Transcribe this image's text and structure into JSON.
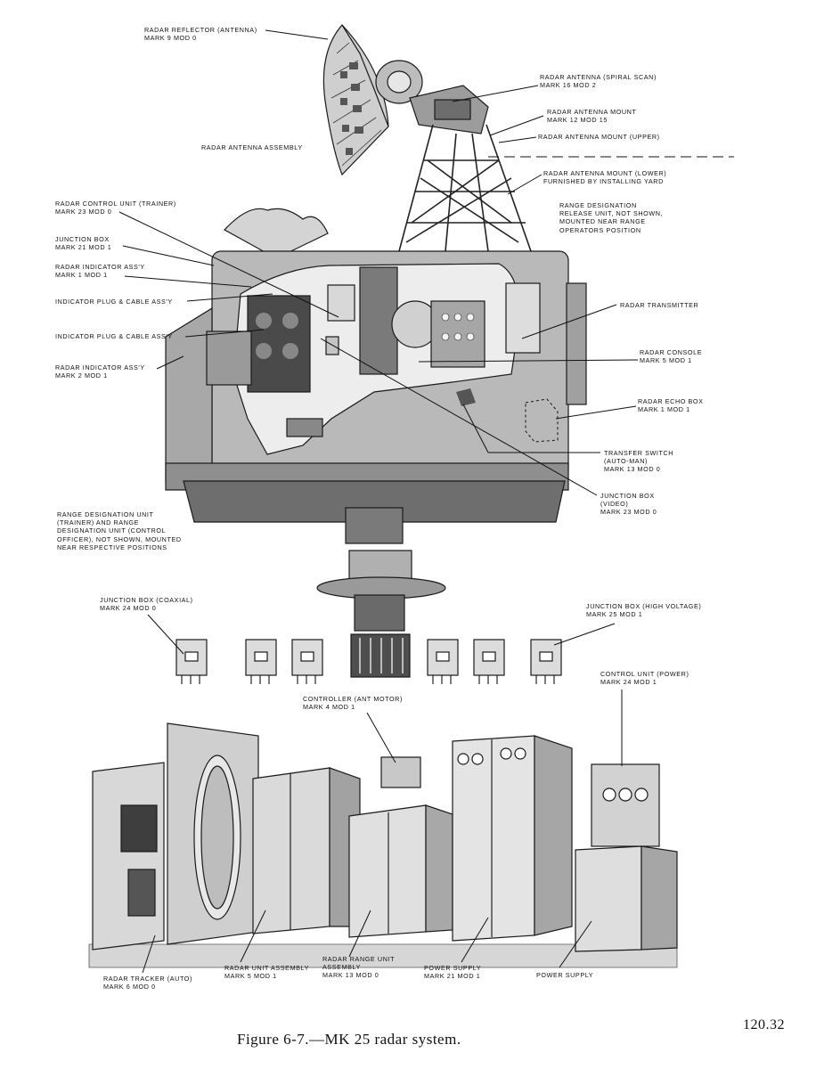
{
  "labels": {
    "reflector": [
      "RADAR REFLECTOR (ANTENNA)",
      "MARK 9 MOD 0"
    ],
    "antenna_assembly": [
      "RADAR ANTENNA ASSEMBLY"
    ],
    "spiral_scan": [
      "RADAR ANTENNA (SPIRAL SCAN)",
      "MARK 16 MOD 2"
    ],
    "antenna_mount": [
      "RADAR ANTENNA MOUNT",
      "MARK 12 MOD 15"
    ],
    "mount_upper": [
      "RADAR ANTENNA MOUNT (UPPER)"
    ],
    "mount_lower": [
      "RADAR ANTENNA MOUNT (LOWER)",
      "FURNISHED BY INSTALLING YARD"
    ],
    "range_release": [
      "RANGE DESIGNATION",
      "RELEASE UNIT, NOT SHOWN,",
      "MOUNTED NEAR RANGE",
      "OPERATORS POSITION"
    ],
    "control_unit_trainer": [
      "RADAR CONTROL UNIT (TRAINER)",
      "MARK 23 MOD 0"
    ],
    "junction_box_21": [
      "JUNCTION BOX",
      "MARK 21 MOD 1"
    ],
    "indicator_mark1": [
      "RADAR INDICATOR ASS'Y",
      "MARK 1 MOD 1"
    ],
    "plug_cable_1": [
      "INDICATOR PLUG & CABLE ASS'Y"
    ],
    "plug_cable_2": [
      "INDICATOR PLUG & CABLE ASS'Y"
    ],
    "indicator_mark2": [
      "RADAR INDICATOR ASS'Y",
      "MARK 2 MOD 1"
    ],
    "transmitter": [
      "RADAR TRANSMITTER"
    ],
    "console": [
      "RADAR CONSOLE",
      "MARK 5 MOD 1"
    ],
    "echo_box": [
      "RADAR ECHO BOX",
      "MARK 1 MOD 1"
    ],
    "transfer_switch": [
      "TRANSFER SWITCH",
      "(AUTO-MAN)",
      "MARK 13 MOD 0"
    ],
    "junction_video": [
      "JUNCTION BOX",
      "(VIDEO)",
      "MARK 23 MOD 0"
    ],
    "range_units": [
      "RANGE DESIGNATION UNIT",
      "(TRAINER) AND RANGE",
      "DESIGNATION UNIT (CONTROL",
      "OFFICER), NOT SHOWN, MOUNTED",
      "NEAR RESPECTIVE POSITIONS"
    ],
    "junction_coaxial": [
      "JUNCTION BOX (COAXIAL)",
      "MARK 24 MOD 0"
    ],
    "junction_hv": [
      "JUNCTION BOX (HIGH VOLTAGE)",
      "MARK 25 MOD 1"
    ],
    "control_power": [
      "CONTROL UNIT (POWER)",
      "MARK 24 MOD 1"
    ],
    "controller_ant": [
      "CONTROLLER (ANT MOTOR)",
      "MARK 4 MOD 1"
    ],
    "tracker": [
      "RADAR TRACKER (AUTO)",
      "MARK 6 MOD 0"
    ],
    "unit_assembly": [
      "RADAR UNIT ASSEMBLY",
      "MARK 5 MOD 1"
    ],
    "range_unit": [
      "RADAR RANGE UNIT",
      "ASSEMBLY",
      "MARK 13 MOD 0"
    ],
    "power_supply_21": [
      "POWER SUPPLY",
      "MARK 21 MOD 1"
    ],
    "power_supply": [
      "POWER SUPPLY"
    ]
  },
  "figure_number": "120.32",
  "caption": "Figure 6-7.—MK 25 radar system."
}
